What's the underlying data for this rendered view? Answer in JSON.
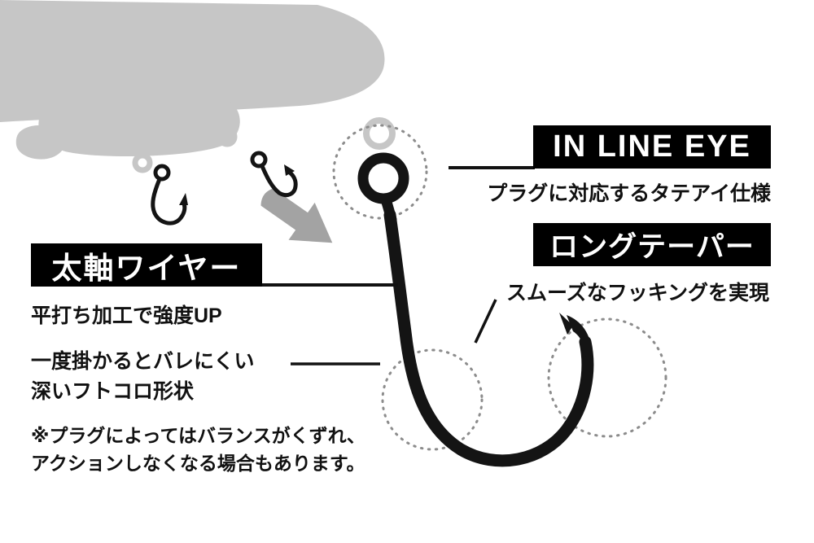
{
  "figure": {
    "callouts": {
      "in_line_eye": {
        "title": "IN LINE EYE",
        "subtitle": "プラグに対応するタテアイ仕様"
      },
      "long_taper": {
        "title": "ロングテーパー",
        "subtitle": "スムーズなフッキングを実現"
      },
      "thick_wire": {
        "title": "太軸ワイヤー",
        "subtitle": "平打ち加工で強度UP"
      },
      "deep_bend": {
        "line1": "一度掛かるとバレにくい",
        "line2": "深いフトコロ形状"
      }
    },
    "footnote": {
      "line1": "※プラグによってはバランスがくずれ、",
      "line2": "アクションしなくなる場合もあります。"
    },
    "colors": {
      "background": "#ffffff",
      "label_box": "#000000",
      "label_text": "#ffffff",
      "body_text": "#111111",
      "hook": "#141414",
      "silhouette": "#c6c6c6",
      "arrow": "#a3a3a3",
      "dotted_circle": "#8c8c8c"
    }
  }
}
